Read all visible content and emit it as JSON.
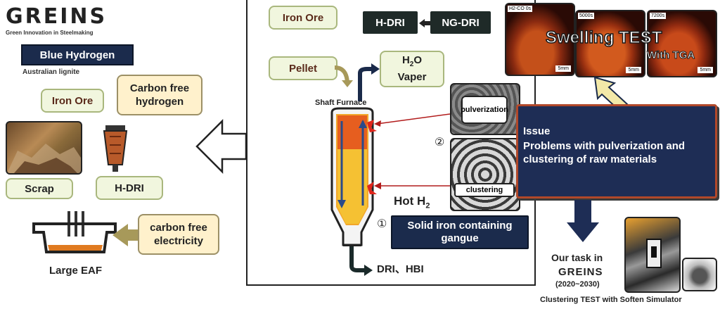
{
  "logo": {
    "text": "GREINS",
    "tagline": "Green Innovation in Steelmaking"
  },
  "left": {
    "blue_hydrogen": "Blue Hydrogen",
    "australian_lignite": "Australian lignite",
    "iron_ore": "Iron Ore",
    "carbon_free_hydrogen": "Carbon free hydrogen",
    "scrap": "Scrap",
    "h_dri": "H-DRI",
    "carbon_free_electricity": "carbon free electricity",
    "large_eaf": "Large EAF"
  },
  "center": {
    "iron_ore": "Iron Ore",
    "pellet": "Pellet",
    "h_dri": "H-DRI",
    "ng_dri": "NG-DRI",
    "h2o_prefix": "H",
    "h2o_sub": "2",
    "h2o_suffix": "O",
    "vaper": "Vaper",
    "shaft_furnace": "Shaft Furnace",
    "pulverization": "pulverization",
    "clustering": "clustering",
    "marker_1": "①",
    "marker_2": "②",
    "hot_h2_prefix": "Hot H",
    "hot_h2_sub": "2",
    "solid_iron": "Solid iron containing gangue",
    "dri_hbi": "DRI、HBI"
  },
  "right": {
    "thumb_labels": [
      "H2-CO 0s",
      "5000s",
      "7200s"
    ],
    "thumb_scale": "5mm",
    "swelling_test": "Swelling TEST",
    "with_tga": "With TGA",
    "issue_title": "Issue",
    "issue_text": "Problems with pulverization and clustering of raw materials",
    "our_task": "Our task in",
    "greins": "GREINS",
    "years": "(2020~2030)",
    "clustering_test": "Clustering TEST with Soften Simulator"
  }
}
